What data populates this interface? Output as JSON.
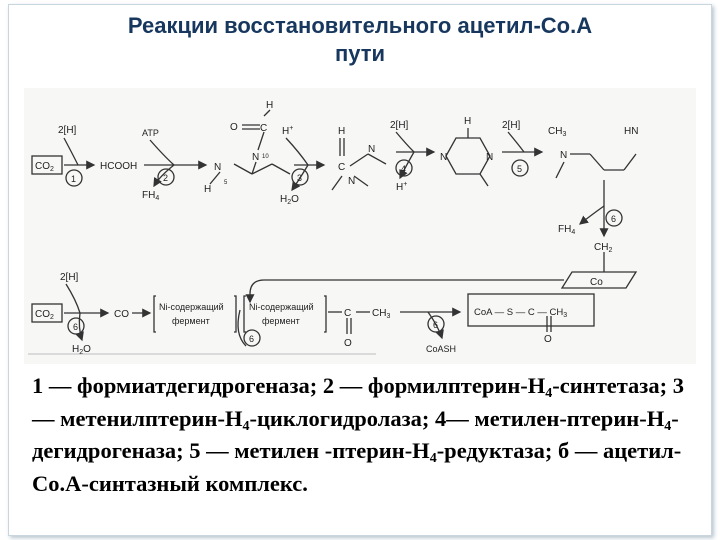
{
  "title": {
    "line1": "Реакции восстановительного ацетил-Со.А",
    "line2": "пути"
  },
  "diagram": {
    "co2": "CO",
    "co2_sub": "2",
    "two_h": "2[H]",
    "atp": "ATP",
    "hcooh": "HCOOH",
    "fh4": "FH",
    "fh4_sub": "4",
    "h_atom": "H",
    "o_atom": "O",
    "c_atom": "C",
    "n_atom": "N",
    "ch3": "CH",
    "ch3_sub": "3",
    "ch2": "CH",
    "ch2_sub": "2",
    "hn": "HN",
    "h2o": "H",
    "h2o_tail": "O",
    "h_plus": "H",
    "n5": "5",
    "n10": "10",
    "co": "CO",
    "co_box": "Co",
    "ni_enzyme_line1": "Ni-содержащий",
    "ni_enzyme_line2": "фермент",
    "coa_product": "CoA — S — C — CH",
    "coash": "CoASH",
    "step_1": "1",
    "step_2": "2",
    "step_3": "3",
    "step_4": "4",
    "step_5": "5",
    "step_6": "6"
  },
  "legend": {
    "p1": "1 — формиатдегидрогеназа; 2 — формилптерин-Н",
    "s1": "4",
    "p2": "-синтетаза; 3 — метенилптерин-Н",
    "s2": "4",
    "p3": "-циклогидролаза; 4— метилен-птерин-Н",
    "s3": "4",
    "p4": "-дегидрогеназа; 5 — метилен -птерин-Н",
    "s4": "4",
    "p5": "-редуктаза; б — ацетил-Со.А-синтазный комплекс."
  }
}
